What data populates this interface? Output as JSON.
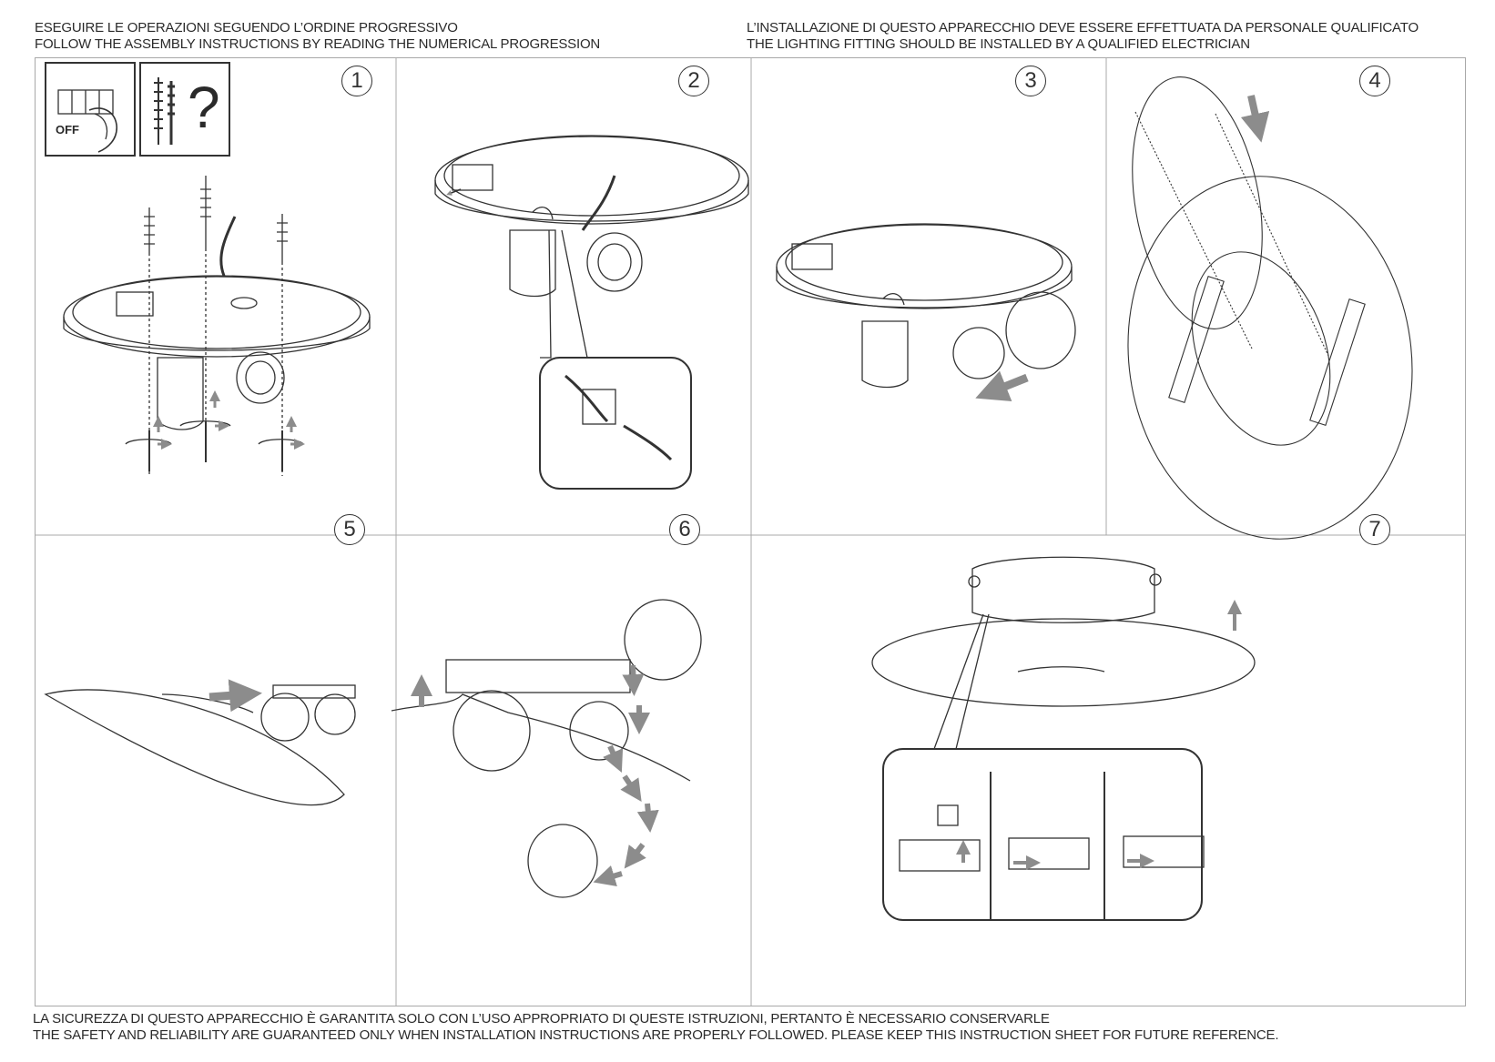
{
  "header": {
    "left_line1": "ESEGUIRE LE OPERAZIONI SEGUENDO L’ORDINE PROGRESSIVO",
    "left_line2": "FOLLOW THE ASSEMBLY INSTRUCTIONS BY READING THE NUMERICAL PROGRESSION",
    "right_line1": "L’INSTALLAZIONE DI QUESTO APPARECCHIO DEVE ESSERE EFFETTUATA DA PERSONALE QUALIFICATO",
    "right_line2": "THE LIGHTING FITTING SHOULD BE INSTALLED BY A QUALIFIED ELECTRICIAN"
  },
  "footer": {
    "line1": "LA SICUREZZA DI QUESTO APPARECCHIO È GARANTITA SOLO CON L’USO APPROPRIATO DI QUESTE ISTRUZIONI, PERTANTO È NECESSARIO CONSERVARLE",
    "line2": "THE SAFETY AND RELIABILITY ARE GUARANTEED ONLY WHEN INSTALLATION INSTRUCTIONS ARE PROPERLY FOLLOWED. PLEASE KEEP THIS INSTRUCTION SHEET FOR FUTURE REFERENCE."
  },
  "steps": [
    "1",
    "2",
    "3",
    "4",
    "5",
    "6",
    "7"
  ],
  "icons": {
    "switch_label": "OFF",
    "tools_symbol": "?"
  },
  "colors": {
    "line": "#333333",
    "arrow": "#8c8c8c",
    "frame": "#a8a8a8"
  }
}
